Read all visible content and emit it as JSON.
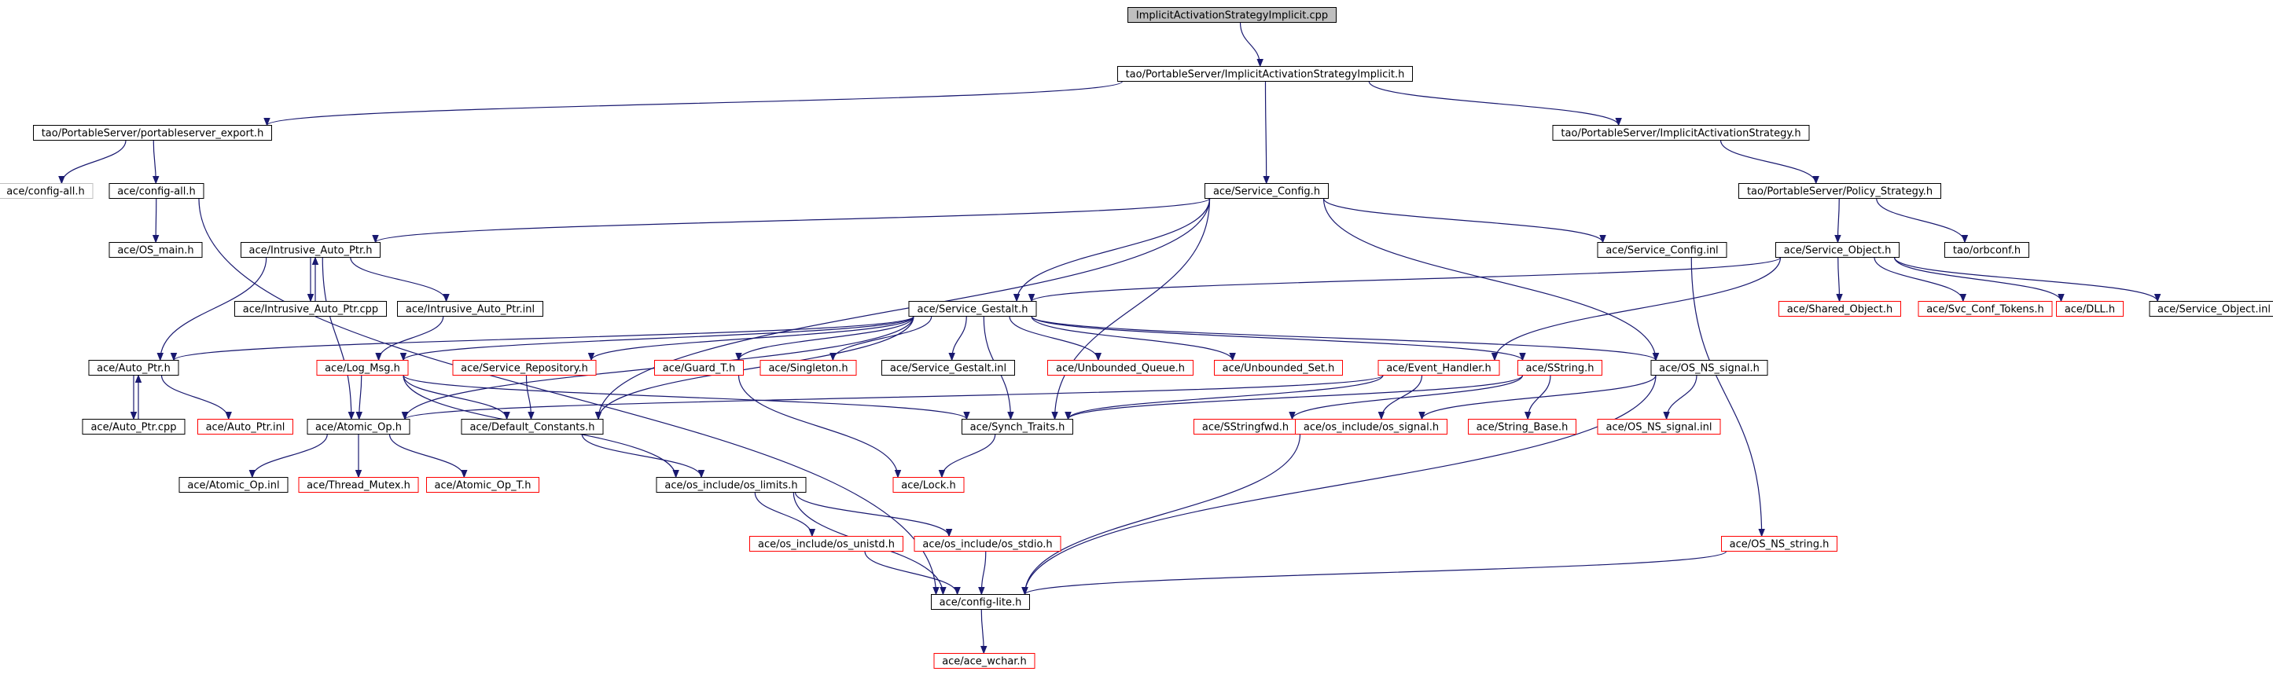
{
  "colors": {
    "edge": "#191970",
    "root_fill": "#bfbfbf",
    "node_border": "#000000",
    "truncated_border": "#ff0000",
    "external_border": "#bfbfbf",
    "text": "#000000"
  },
  "nodes": [
    {
      "id": "n0",
      "label": "ImplicitActivationStrategyImplicit.cpp",
      "kind": "root"
    },
    {
      "id": "n1",
      "label": "tao/PortableServer/ImplicitActivationStrategyImplicit.h",
      "kind": "normal"
    },
    {
      "id": "n2",
      "label": "tao/PortableServer/portableserver_export.h",
      "kind": "normal"
    },
    {
      "id": "n3",
      "label": "ace/Service_Config.h",
      "kind": "normal"
    },
    {
      "id": "n4",
      "label": "tao/PortableServer/ImplicitActivationStrategy.h",
      "kind": "normal"
    },
    {
      "id": "n5",
      "label": "ace/config-all.h",
      "kind": "external"
    },
    {
      "id": "n6",
      "label": "ace/config-all.h",
      "kind": "normal"
    },
    {
      "id": "n7",
      "label": "tao/PortableServer/Policy_Strategy.h",
      "kind": "normal"
    },
    {
      "id": "n8",
      "label": "ace/OS_main.h",
      "kind": "normal"
    },
    {
      "id": "n9",
      "label": "ace/Intrusive_Auto_Ptr.h",
      "kind": "normal"
    },
    {
      "id": "n10",
      "label": "ace/Service_Config.inl",
      "kind": "normal"
    },
    {
      "id": "n11",
      "label": "ace/Service_Object.h",
      "kind": "normal"
    },
    {
      "id": "n12",
      "label": "tao/orbconf.h",
      "kind": "normal"
    },
    {
      "id": "n13",
      "label": "ace/Intrusive_Auto_Ptr.cpp",
      "kind": "normal"
    },
    {
      "id": "n14",
      "label": "ace/Intrusive_Auto_Ptr.inl",
      "kind": "normal"
    },
    {
      "id": "n15",
      "label": "ace/Service_Gestalt.h",
      "kind": "normal"
    },
    {
      "id": "n16",
      "label": "ace/Shared_Object.h",
      "kind": "truncated"
    },
    {
      "id": "n17",
      "label": "ace/Svc_Conf_Tokens.h",
      "kind": "truncated"
    },
    {
      "id": "n18",
      "label": "ace/DLL.h",
      "kind": "truncated"
    },
    {
      "id": "n19",
      "label": "ace/Service_Object.inl",
      "kind": "normal"
    },
    {
      "id": "n20",
      "label": "ace/Auto_Ptr.h",
      "kind": "normal"
    },
    {
      "id": "n21",
      "label": "ace/Log_Msg.h",
      "kind": "truncated"
    },
    {
      "id": "n22",
      "label": "ace/Service_Repository.h",
      "kind": "truncated"
    },
    {
      "id": "n23",
      "label": "ace/Guard_T.h",
      "kind": "truncated"
    },
    {
      "id": "n24",
      "label": "ace/Singleton.h",
      "kind": "truncated"
    },
    {
      "id": "n25",
      "label": "ace/Service_Gestalt.inl",
      "kind": "normal"
    },
    {
      "id": "n26",
      "label": "ace/Unbounded_Queue.h",
      "kind": "truncated"
    },
    {
      "id": "n27",
      "label": "ace/Unbounded_Set.h",
      "kind": "truncated"
    },
    {
      "id": "n28",
      "label": "ace/Event_Handler.h",
      "kind": "truncated"
    },
    {
      "id": "n29",
      "label": "ace/SString.h",
      "kind": "truncated"
    },
    {
      "id": "n30",
      "label": "ace/OS_NS_signal.h",
      "kind": "normal"
    },
    {
      "id": "n31",
      "label": "ace/Auto_Ptr.cpp",
      "kind": "normal"
    },
    {
      "id": "n32",
      "label": "ace/Auto_Ptr.inl",
      "kind": "truncated"
    },
    {
      "id": "n33",
      "label": "ace/Atomic_Op.h",
      "kind": "normal"
    },
    {
      "id": "n34",
      "label": "ace/Default_Constants.h",
      "kind": "normal"
    },
    {
      "id": "n35",
      "label": "ace/Synch_Traits.h",
      "kind": "normal"
    },
    {
      "id": "n36",
      "label": "ace/SStringfwd.h",
      "kind": "truncated"
    },
    {
      "id": "n37",
      "label": "ace/os_include/os_signal.h",
      "kind": "truncated"
    },
    {
      "id": "n38",
      "label": "ace/String_Base.h",
      "kind": "truncated"
    },
    {
      "id": "n39",
      "label": "ace/OS_NS_signal.inl",
      "kind": "truncated"
    },
    {
      "id": "n40",
      "label": "ace/Atomic_Op.inl",
      "kind": "normal"
    },
    {
      "id": "n41",
      "label": "ace/Thread_Mutex.h",
      "kind": "truncated"
    },
    {
      "id": "n42",
      "label": "ace/Atomic_Op_T.h",
      "kind": "truncated"
    },
    {
      "id": "n43",
      "label": "ace/os_include/os_limits.h",
      "kind": "normal"
    },
    {
      "id": "n44",
      "label": "ace/Lock.h",
      "kind": "truncated"
    },
    {
      "id": "n45",
      "label": "ace/os_include/os_unistd.h",
      "kind": "truncated"
    },
    {
      "id": "n46",
      "label": "ace/os_include/os_stdio.h",
      "kind": "truncated"
    },
    {
      "id": "n47",
      "label": "ace/OS_NS_string.h",
      "kind": "truncated"
    },
    {
      "id": "n48",
      "label": "ace/config-lite.h",
      "kind": "normal"
    },
    {
      "id": "n49",
      "label": "ace/ace_wchar.h",
      "kind": "truncated"
    }
  ],
  "edges": [
    [
      "n0",
      "n1"
    ],
    [
      "n1",
      "n2"
    ],
    [
      "n1",
      "n3"
    ],
    [
      "n1",
      "n4"
    ],
    [
      "n2",
      "n5"
    ],
    [
      "n2",
      "n6"
    ],
    [
      "n4",
      "n7"
    ],
    [
      "n6",
      "n8"
    ],
    [
      "n6",
      "n48"
    ],
    [
      "n7",
      "n11"
    ],
    [
      "n7",
      "n12"
    ],
    [
      "n3",
      "n9"
    ],
    [
      "n3",
      "n15"
    ],
    [
      "n3",
      "n10"
    ],
    [
      "n3",
      "n30"
    ],
    [
      "n3",
      "n34"
    ],
    [
      "n3",
      "n35"
    ],
    [
      "n9",
      "n13"
    ],
    [
      "n9",
      "n14"
    ],
    [
      "n9",
      "n20"
    ],
    [
      "n9",
      "n33"
    ],
    [
      "n13",
      "n9"
    ],
    [
      "n14",
      "n21"
    ],
    [
      "n10",
      "n47"
    ],
    [
      "n11",
      "n15"
    ],
    [
      "n11",
      "n16"
    ],
    [
      "n11",
      "n17"
    ],
    [
      "n11",
      "n18"
    ],
    [
      "n11",
      "n19"
    ],
    [
      "n11",
      "n28"
    ],
    [
      "n15",
      "n20"
    ],
    [
      "n15",
      "n21"
    ],
    [
      "n15",
      "n22"
    ],
    [
      "n15",
      "n23"
    ],
    [
      "n15",
      "n24"
    ],
    [
      "n15",
      "n25"
    ],
    [
      "n15",
      "n26"
    ],
    [
      "n15",
      "n27"
    ],
    [
      "n15",
      "n29"
    ],
    [
      "n15",
      "n30"
    ],
    [
      "n15",
      "n33"
    ],
    [
      "n15",
      "n34"
    ],
    [
      "n15",
      "n35"
    ],
    [
      "n20",
      "n31"
    ],
    [
      "n20",
      "n32"
    ],
    [
      "n31",
      "n20"
    ],
    [
      "n21",
      "n33"
    ],
    [
      "n21",
      "n34"
    ],
    [
      "n21",
      "n35"
    ],
    [
      "n21",
      "n43"
    ],
    [
      "n22",
      "n34"
    ],
    [
      "n23",
      "n44"
    ],
    [
      "n28",
      "n33"
    ],
    [
      "n28",
      "n35"
    ],
    [
      "n28",
      "n37"
    ],
    [
      "n29",
      "n36"
    ],
    [
      "n29",
      "n38"
    ],
    [
      "n29",
      "n35"
    ],
    [
      "n30",
      "n37"
    ],
    [
      "n30",
      "n39"
    ],
    [
      "n30",
      "n48"
    ],
    [
      "n33",
      "n40"
    ],
    [
      "n33",
      "n41"
    ],
    [
      "n33",
      "n42"
    ],
    [
      "n34",
      "n43"
    ],
    [
      "n35",
      "n44"
    ],
    [
      "n37",
      "n48"
    ],
    [
      "n43",
      "n45"
    ],
    [
      "n43",
      "n46"
    ],
    [
      "n43",
      "n48"
    ],
    [
      "n45",
      "n48"
    ],
    [
      "n46",
      "n48"
    ],
    [
      "n47",
      "n48"
    ],
    [
      "n48",
      "n49"
    ]
  ]
}
